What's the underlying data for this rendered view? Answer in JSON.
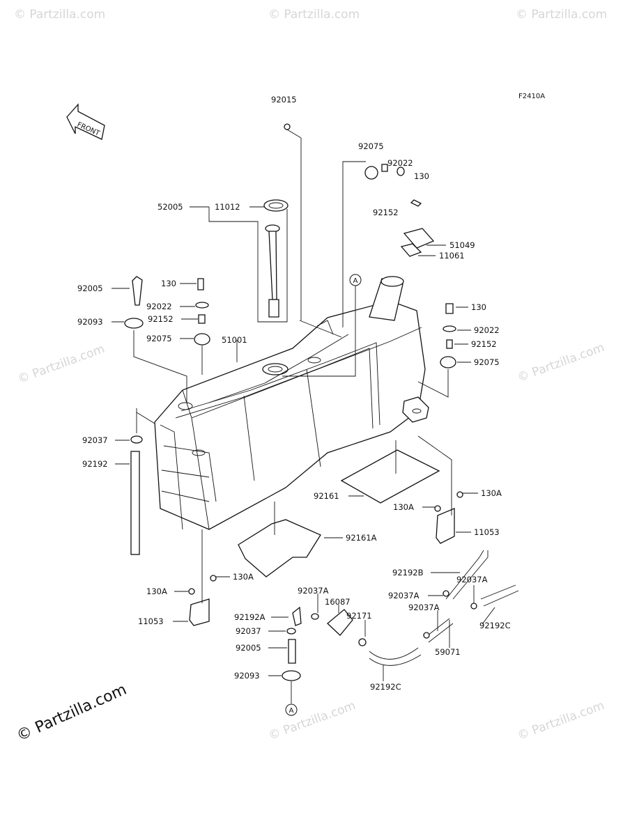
{
  "figure_code": "F2410A",
  "front_label": "FRONT",
  "watermark": "© Partzilla.com",
  "brand": "© Partzilla.com",
  "callout_a": "A",
  "labels": {
    "p92015": "92015",
    "p92075_top": "92075",
    "p92022_top": "92022",
    "p130_top": "130",
    "p92152_top": "92152",
    "p52005": "52005",
    "p11012": "11012",
    "p51049": "51049",
    "p11061": "11061",
    "p92005_l": "92005",
    "p130_l": "130",
    "p92022_l": "92022",
    "p92093_l": "92093",
    "p92152_l": "92152",
    "p92075_l": "92075",
    "p51001": "51001",
    "p130_r": "130",
    "p92022_r": "92022",
    "p92152_r": "92152",
    "p92075_r": "92075",
    "p92037_l": "92037",
    "p92192_l": "92192",
    "p92161": "92161",
    "p130A_r": "130A",
    "p130A_r2": "130A",
    "p11053_r": "11053",
    "p92161A": "92161A",
    "p130A_b": "130A",
    "p130A_b2": "130A",
    "p11053_b": "11053",
    "p92192B": "92192B",
    "p92037A_1": "92037A",
    "p16087": "16087",
    "p92037A_2": "92037A",
    "p92037A_3": "92037A",
    "p92037A_4": "92037A",
    "p92192A": "92192A",
    "p92171": "92171",
    "p92192C_r": "92192C",
    "p92037_b": "92037",
    "p92005_b": "92005",
    "p59071": "59071",
    "p92093_b": "92093",
    "p92192C_b": "92192C"
  }
}
